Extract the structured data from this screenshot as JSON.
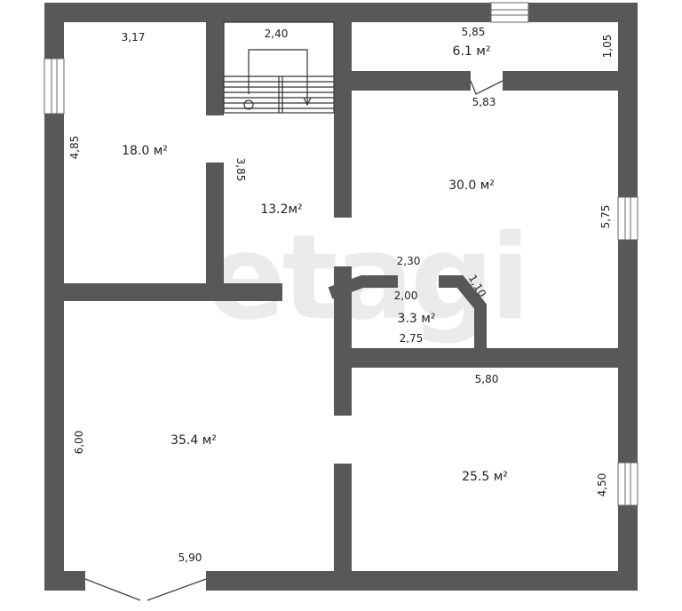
{
  "watermark": "etagi",
  "areas": {
    "room_top_left": "18.0 м²",
    "hall": "13.2м²",
    "room_top_right_small": "6.1 м²",
    "room_center_right": "30.0 м²",
    "room_small_center": "3.3 м²",
    "room_bottom_left": "35.4 м²",
    "room_bottom_right": "25.5 м²"
  },
  "dimensions": {
    "top_left_width": "3,17",
    "stair_width": "2,40",
    "top_right_width": "5,85",
    "top_right_height": "1,05",
    "right_room_top": "5,83",
    "left_height": "4,85",
    "hall_height": "3,85",
    "right_room_height": "5,75",
    "small_room_top": "2,30",
    "small_room_diag": "1,10",
    "small_room_inner": "2,00",
    "small_room_bottom": "2,75",
    "bottom_right_width": "5,80",
    "bottom_left_height": "6,00",
    "bottom_right_height": "4,50",
    "bottom_left_width": "5,90"
  },
  "colors": {
    "wall": "#58585a",
    "background": "#ffffff",
    "text": "#222222"
  }
}
